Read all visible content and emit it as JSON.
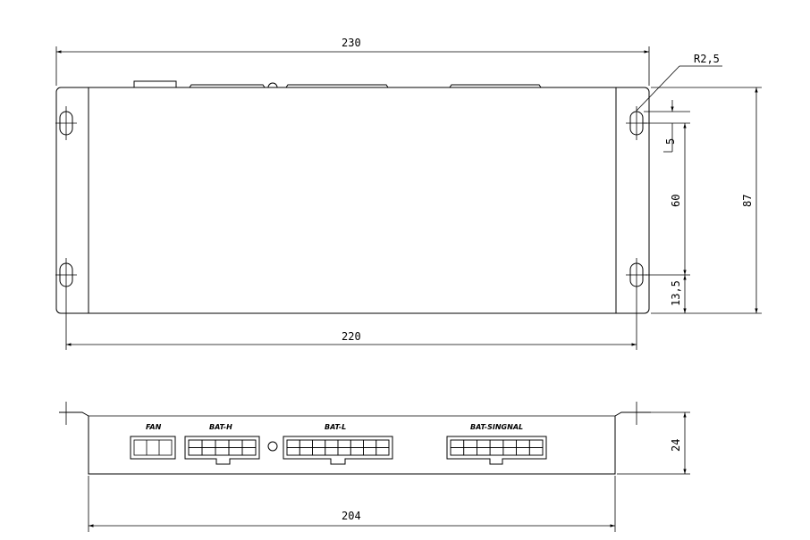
{
  "top_view": {
    "dimensions": {
      "overall_length": "230",
      "hole_spacing_length": "220",
      "overall_height": "87",
      "hole_vertical_spacing": "60",
      "slot_length": "5",
      "bottom_edge_to_hole": "13,5",
      "corner_radius": "R2,5"
    }
  },
  "front_view": {
    "dimensions": {
      "body_width": "204",
      "height": "24"
    },
    "connectors": [
      {
        "label": "FAN",
        "pins": 3
      },
      {
        "label": "BAT-H",
        "pins": 10
      },
      {
        "label": "BAT-L",
        "pins": 16
      },
      {
        "label": "BAT-SINGNAL",
        "pins": 14
      }
    ]
  }
}
